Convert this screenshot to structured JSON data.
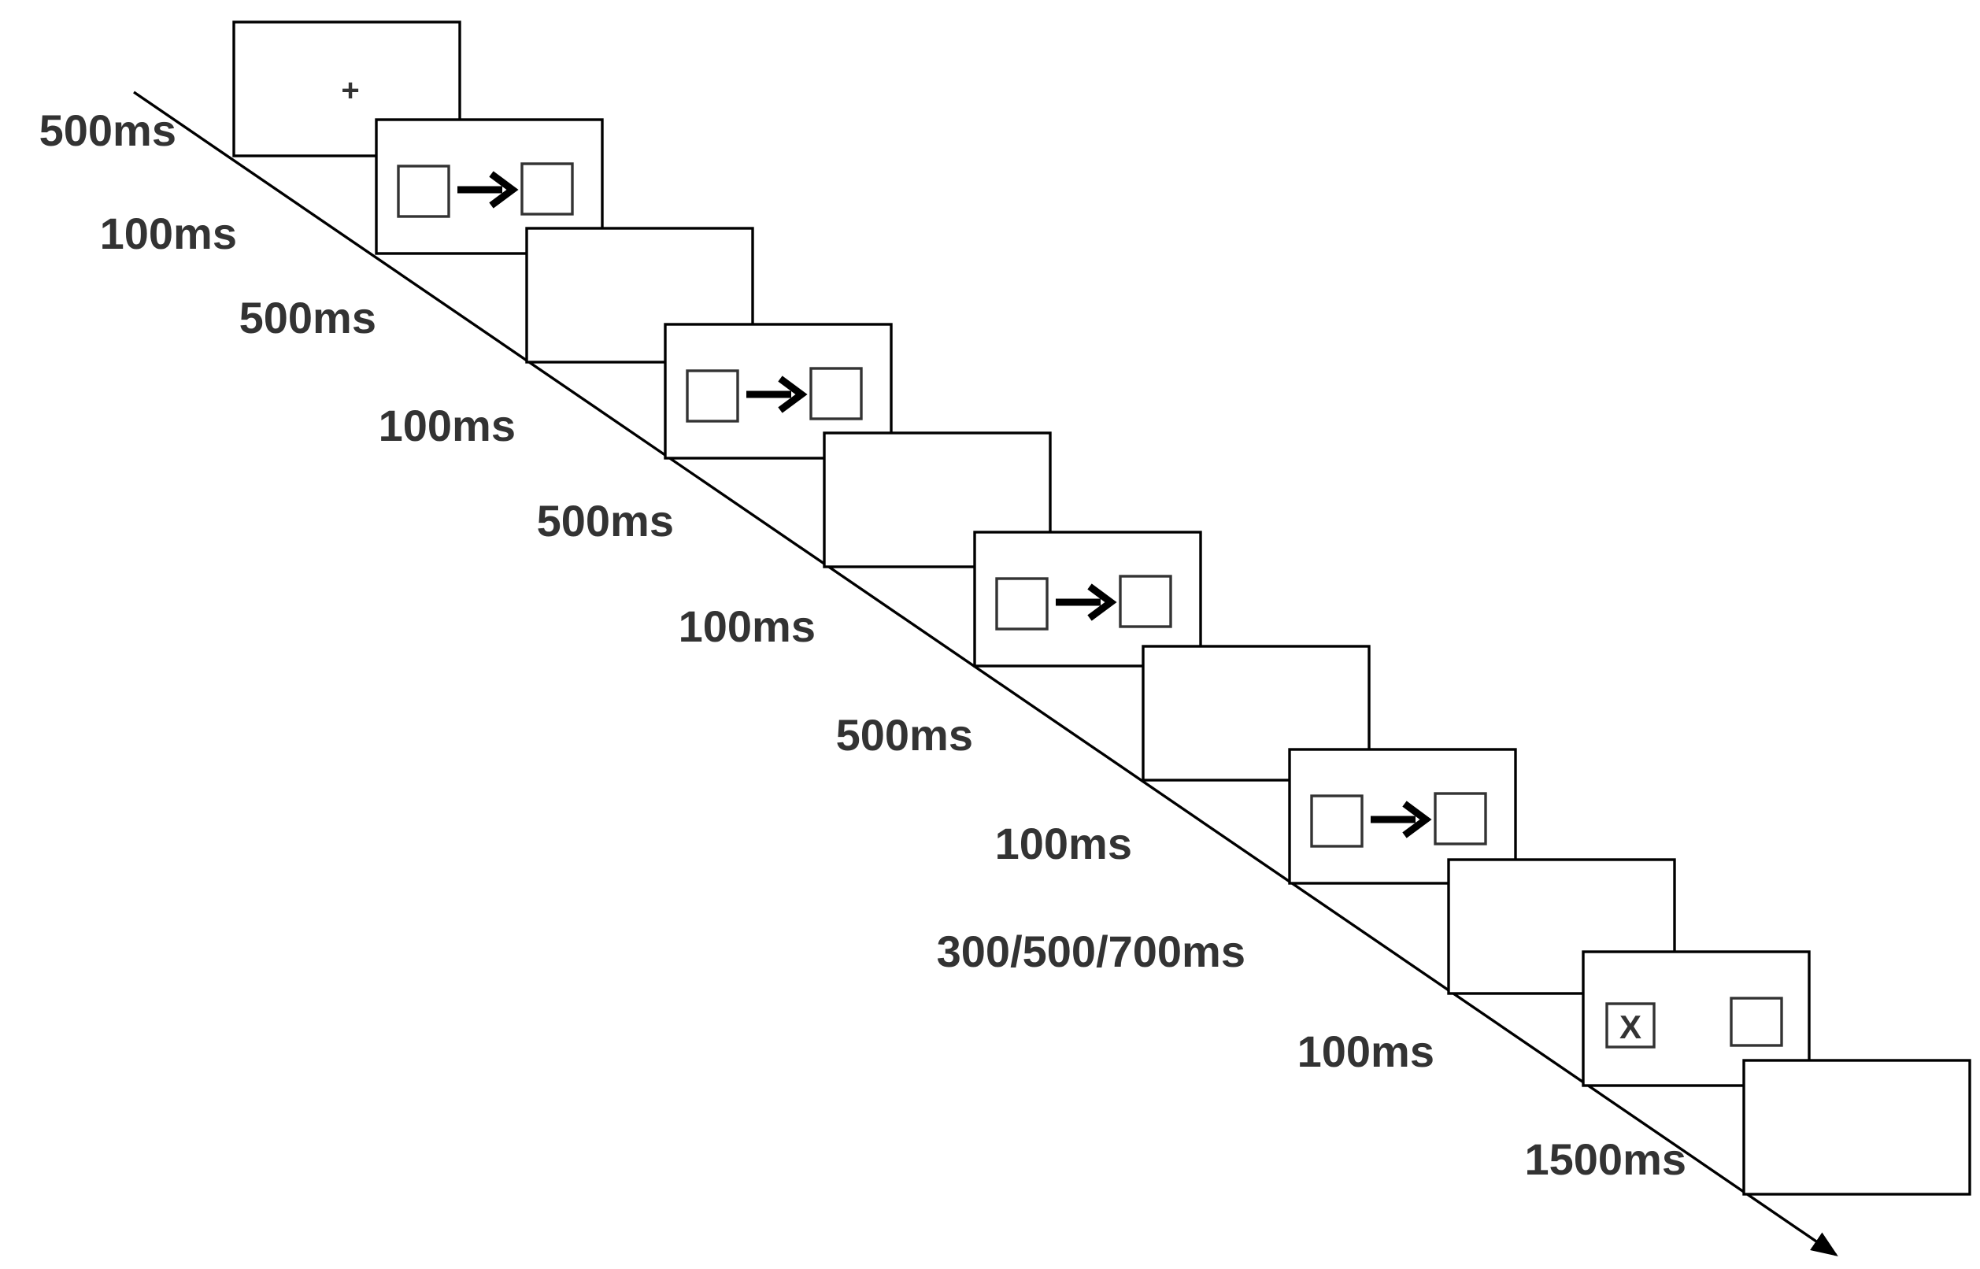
{
  "timeline": {
    "durations": [
      "500ms",
      "100ms",
      "500ms",
      "100ms",
      "500ms",
      "100ms",
      "500ms",
      "100ms",
      "300/500/700ms",
      "100ms",
      "1500ms"
    ],
    "screens": [
      {
        "kind": "fixation",
        "symbol": "+"
      },
      {
        "kind": "cue",
        "direction": "right"
      },
      {
        "kind": "blank"
      },
      {
        "kind": "cue",
        "direction": "right"
      },
      {
        "kind": "blank"
      },
      {
        "kind": "cue",
        "direction": "right"
      },
      {
        "kind": "blank"
      },
      {
        "kind": "cue",
        "direction": "right"
      },
      {
        "kind": "blank"
      },
      {
        "kind": "target",
        "symbol": "X",
        "target_side": "left"
      },
      {
        "kind": "blank"
      }
    ]
  }
}
